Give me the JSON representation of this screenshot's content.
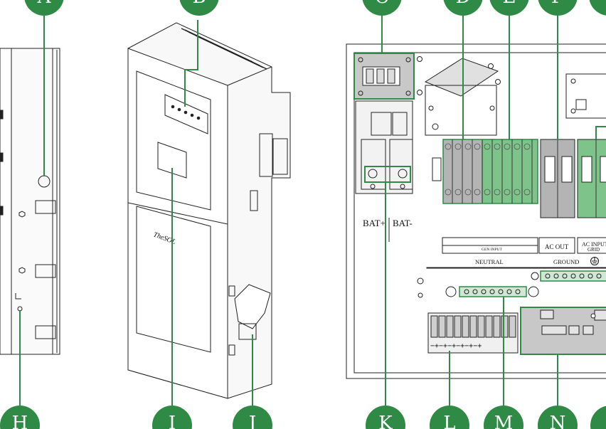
{
  "callouts": {
    "top": [
      "A",
      "B",
      "C",
      "D",
      "E",
      "F"
    ],
    "bottom": [
      "H",
      "I",
      "J",
      "K",
      "L",
      "M",
      "N"
    ]
  },
  "brand_logo_text": "TheSOL",
  "labels": {
    "bat_plus": "BAT+",
    "bat_minus": "BAT-",
    "neutral": "NEUTRAL",
    "ground": "GROUND",
    "ac_out": "AC OUT",
    "ac_input": "AC INPUT",
    "grid": "GRID",
    "gen_input": "GEN INPUT"
  },
  "colors": {
    "callout_green": "#2f8a45",
    "breaker_green": "#7ec48a",
    "breaker_gray": "#b4b4b4",
    "outline": "#222222"
  }
}
